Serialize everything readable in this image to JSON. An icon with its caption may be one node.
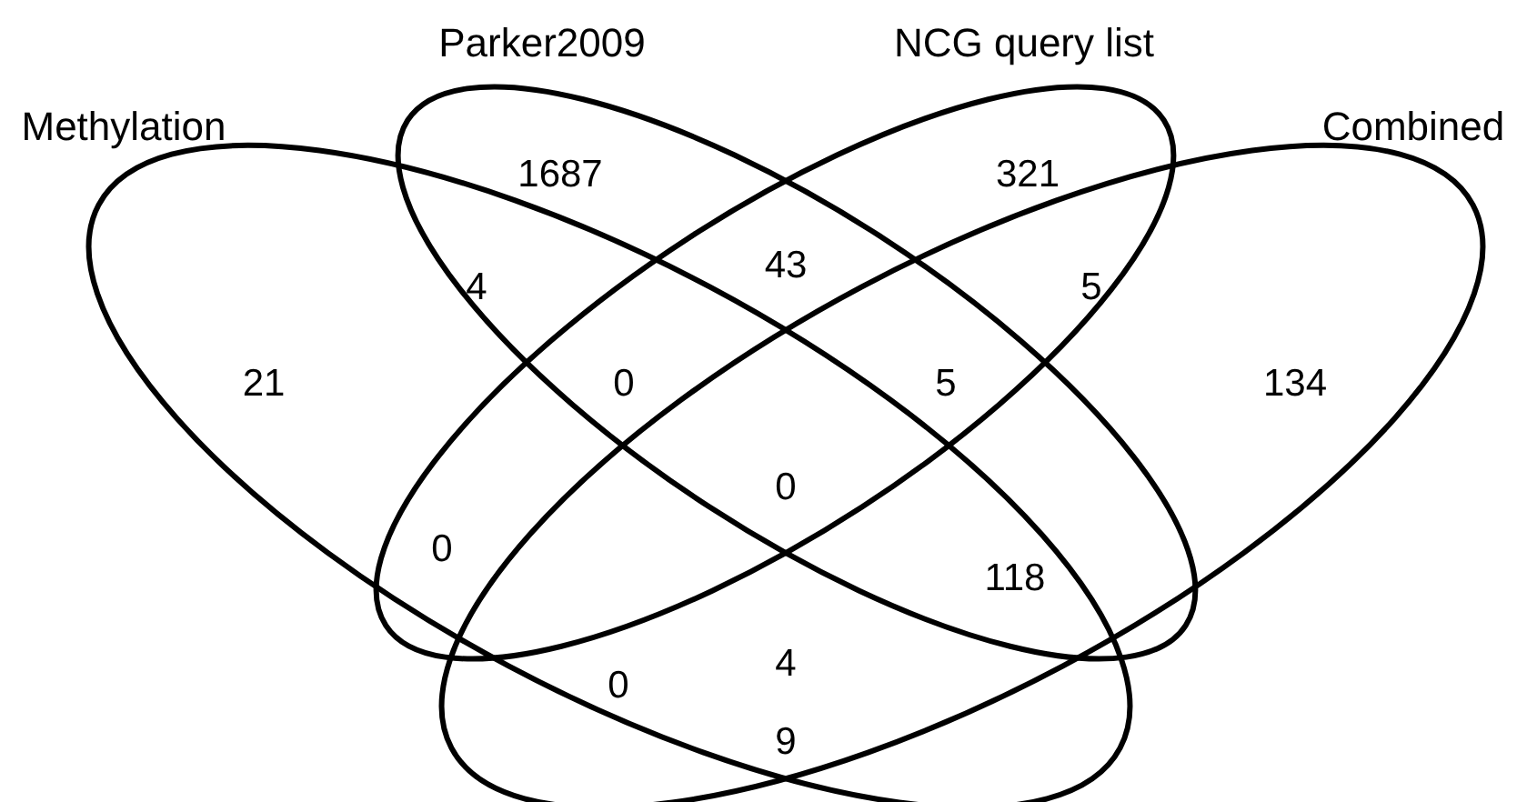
{
  "diagram": {
    "nodes": [
      {
        "text": [
          "Methylation"
        ]
      },
      {
        "text": [
          "Parker2009"
        ]
      },
      {
        "text": [
          "NCG query list"
        ]
      },
      {
        "text": [
          "Combined"
        ]
      }
    ],
    "labels": [
      "1687",
      "321",
      "43",
      "4",
      "5",
      "21",
      "0",
      "5",
      "134",
      "0",
      "0",
      "118",
      "0",
      "4",
      "9"
    ]
  }
}
